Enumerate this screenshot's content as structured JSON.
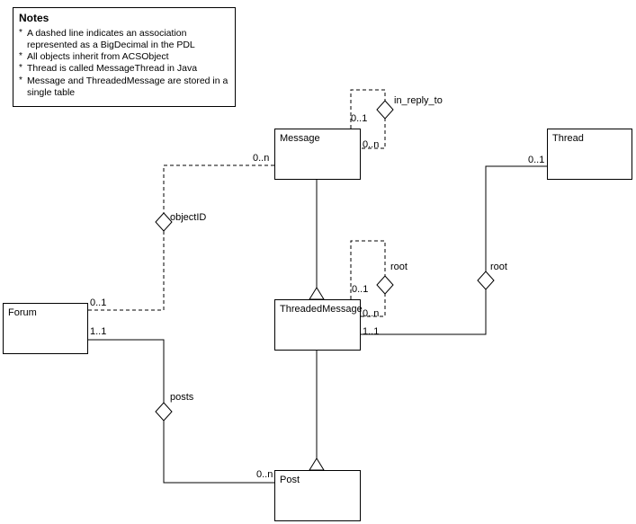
{
  "notes": {
    "title": "Notes",
    "bullet": "*",
    "items": [
      "A dashed line indicates an association represented as a BigDecimal in the PDL",
      "All objects inherit from ACSObject",
      "Thread is called MessageThread in Java",
      "Message and ThreadedMessage are stored in a single table"
    ]
  },
  "classes": {
    "message": "Message",
    "thread": "Thread",
    "forum": "Forum",
    "threaded_message": "ThreadedMessage",
    "post": "Post"
  },
  "edges": {
    "in_reply_to": {
      "type": "dashed-association",
      "from": "Message",
      "to": "Message",
      "label": "in_reply_to",
      "mult_from": "0..1",
      "mult_to": "0..n"
    },
    "object_id": {
      "type": "dashed-association",
      "from": "Forum",
      "to": "Message",
      "label": "objectID",
      "mult_forum": "0..1",
      "mult_message": "0..n"
    },
    "posts": {
      "type": "association",
      "from": "Forum",
      "to": "Post",
      "label": "posts",
      "mult_forum": "1..1",
      "mult_post": "0..n"
    },
    "root_self": {
      "type": "dashed-association",
      "from": "ThreadedMessage",
      "to": "ThreadedMessage",
      "label": "root",
      "mult_from": "0..1",
      "mult_to": "0..n"
    },
    "thread_root": {
      "type": "association",
      "from": "Thread",
      "to": "ThreadedMessage",
      "label": "root",
      "mult_thread": "0..1",
      "mult_tm": "1..1"
    },
    "message_generalization": {
      "type": "generalization",
      "from": "ThreadedMessage",
      "to": "Message"
    },
    "post_generalization": {
      "type": "generalization",
      "from": "Post",
      "to": "ThreadedMessage"
    }
  }
}
